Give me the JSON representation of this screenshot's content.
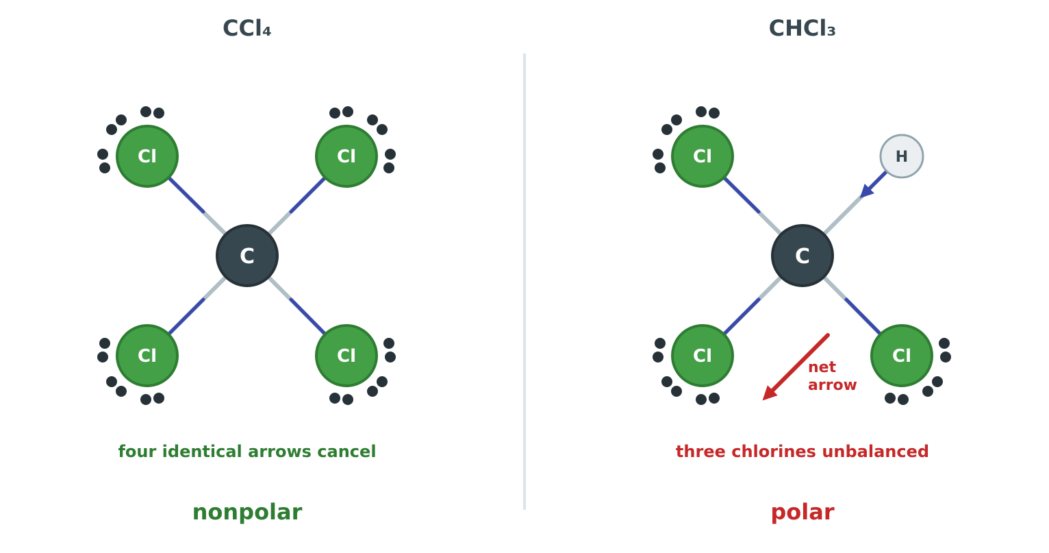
{
  "left": {
    "title": "CCl₄",
    "center_atom": "C",
    "atoms": [
      "Cl",
      "Cl",
      "Cl",
      "Cl"
    ],
    "caption": "four identical arrows cancel",
    "verdict": "nonpolar"
  },
  "right": {
    "title": "CHCl₃",
    "center_atom": "C",
    "atoms": [
      "Cl",
      "H",
      "Cl",
      "Cl"
    ],
    "net_label_line1": "net",
    "net_label_line2": "arrow",
    "caption": "three chlorines unbalanced",
    "verdict": "polar"
  },
  "colors": {
    "title": "#37474f",
    "chlorine_fill": "#43a047",
    "chlorine_stroke": "#2e7d32",
    "carbon_fill": "#37474f",
    "hydrogen_fill": "#eceff1",
    "hydrogen_stroke": "#90a4ae",
    "bond": "#b0bec5",
    "dipole_arrow": "#3949ab",
    "net_arrow": "#c62828",
    "nonpolar_text": "#2e7d32",
    "polar_text": "#c62828",
    "divider": "#dde3ea",
    "lone_pair": "#263238"
  }
}
